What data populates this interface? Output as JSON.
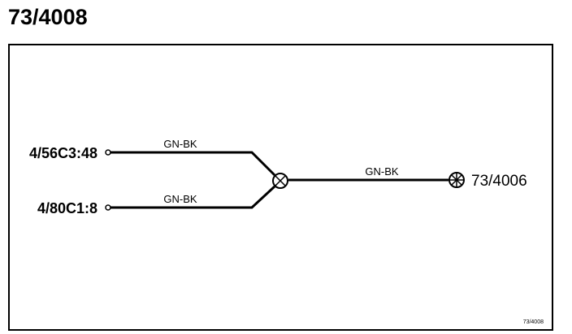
{
  "page": {
    "title": "73/4008"
  },
  "diagram": {
    "connectors": [
      {
        "label": "4/56C3:48"
      },
      {
        "label": "4/80C1:8"
      }
    ],
    "wires": [
      {
        "color_code": "GN-BK"
      },
      {
        "color_code": "GN-BK"
      },
      {
        "color_code": "GN-BK"
      }
    ],
    "splice": {
      "icon": "splice-symbol"
    },
    "destination": {
      "label": "73/4006",
      "icon": "splice-symbol"
    },
    "footer_id": "73/4008"
  },
  "colors": {
    "line": "#000000",
    "background": "#ffffff"
  }
}
